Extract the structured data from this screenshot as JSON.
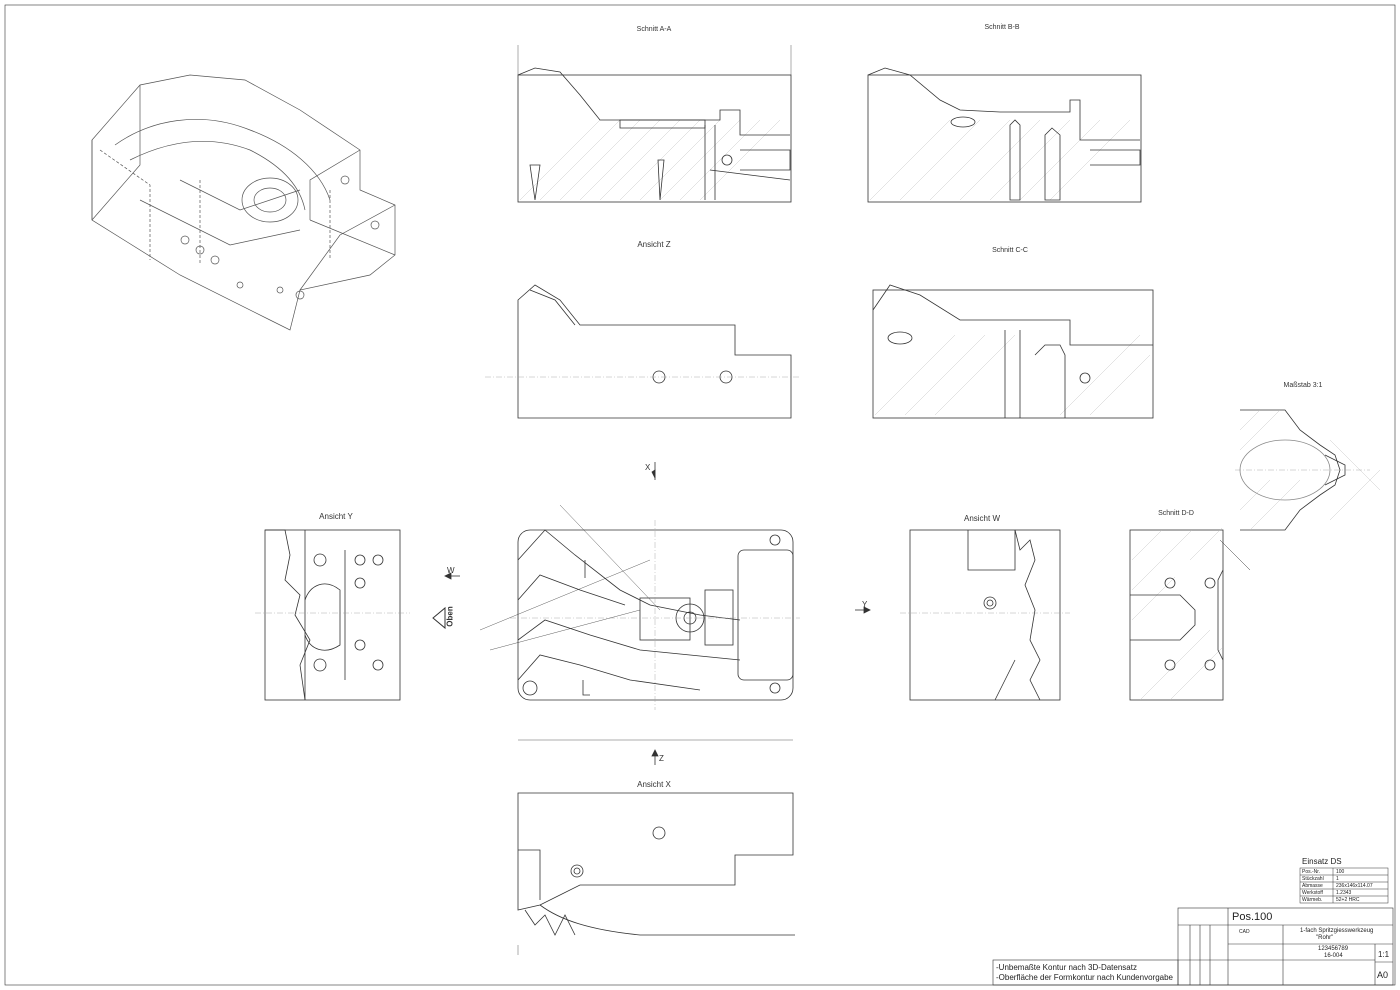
{
  "views": {
    "section_a": "Schnitt A-A",
    "section_b": "Schnitt B-B",
    "view_z": "Ansicht Z",
    "section_c": "Schnitt C-C",
    "scale_detail": "Maßstab 3:1",
    "view_y": "Ansicht Y",
    "view_w": "Ansicht W",
    "section_d": "Schnitt D-D",
    "view_x": "Ansicht X"
  },
  "markers": {
    "x_arrow": "X",
    "z_arrow": "Z",
    "w_arrow": "W",
    "y_arrow": "Y",
    "top_label": "Oben"
  },
  "notes": [
    "-Unbemaßte Kontur nach 3D-Datensatz",
    "-Oberfläche der Formkontur nach Kundenvorgabe"
  ],
  "part_table": {
    "title": "Einsatz DS",
    "rows": [
      {
        "key": "Pos.-Nr.",
        "value": "100"
      },
      {
        "key": "Stückzahl",
        "value": "1"
      },
      {
        "key": "Abmasse",
        "value": "236x146x114.07"
      },
      {
        "key": "Werkstoff",
        "value": "1.2343"
      },
      {
        "key": "Wärmeb.",
        "value": "52+2 HRC"
      }
    ]
  },
  "title_block": {
    "position": "Pos.100",
    "tool_line1": "1-fach Spritzgiesswerkzeug",
    "tool_line2": "\"Rohr\"",
    "drawing_number": "123456789",
    "tool_number": "16-004",
    "scale": "1:1",
    "format": "A0",
    "cad": "CAD"
  }
}
